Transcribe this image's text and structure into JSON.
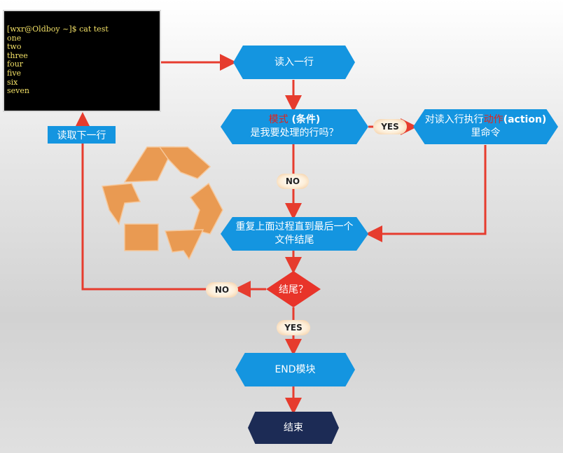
{
  "terminal": {
    "lines": [
      "[wxr@Oldboy ~]$ cat test",
      "one",
      "two",
      "three",
      "four",
      "five",
      "six",
      "seven"
    ]
  },
  "nodes": {
    "read_line": "读入一行",
    "condition": {
      "red": "模式",
      "rest": " (条件)",
      "line2": "是我要处理的行吗？"
    },
    "action": {
      "pre": "对读入行执行",
      "red": "动作",
      "bold": "(action)",
      "line2": "里命令"
    },
    "repeat": {
      "line1": "重复上面过程直到最后一个",
      "line2": "文件结尾"
    },
    "is_end": "结尾？",
    "end_block": "END模块",
    "finish": "结束",
    "read_next": "读取下一行"
  },
  "badges": {
    "yes_action": "YES",
    "no_condition": "NO",
    "no_end": "NO",
    "yes_end": "YES"
  },
  "colors": {
    "node": "#1495e0",
    "arrow": "#e63c2e",
    "decision": "#e8342a",
    "end": "#1c2b55",
    "recycle": "#e99a52"
  }
}
